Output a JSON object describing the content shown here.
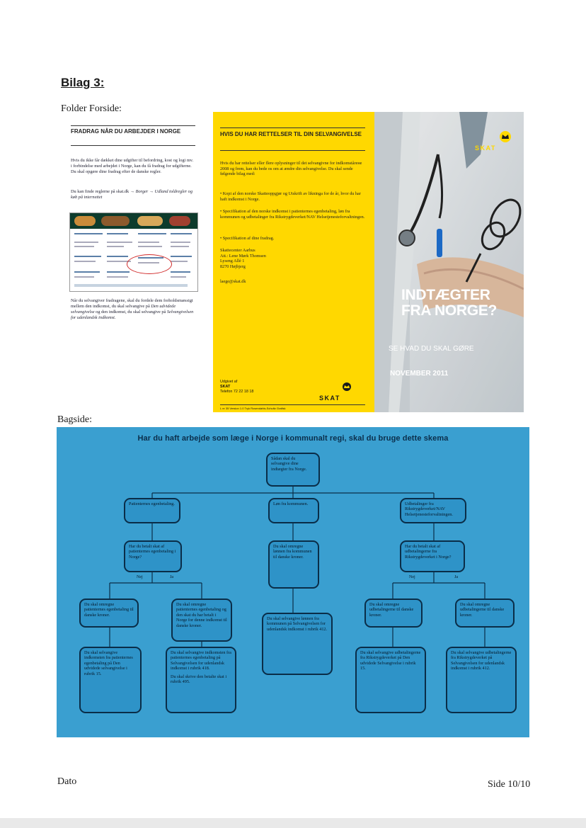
{
  "page": {
    "heading": "Bilag 3:",
    "front_caption": "Folder Forside:",
    "back_caption": "Bagside:",
    "footer_left": "Dato",
    "footer_right": "Side 10/10"
  },
  "folder_left": {
    "title": "FRADRAG NÅR DU ARBEJDER I NORGE",
    "para1": "Hvis du ikke får dækket dine udgifter til befordring, kost og logi mv. i forbindelse med arbejdet i Norge, kan du få fradrag for udgifterne. Du skal opgøre dine fradrag efter de danske regler.",
    "para2_plain": "Du kan finde reglerne på skat.dk → ",
    "para2_italic": "Borger → Udland toldregler og køb på internettet",
    "para3_plain": "Når du selvangiver fradragene, skal du fordele dem forholdsmæssigt mellem den indkomst, du skal selvangive på ",
    "para3_italic1": "Den udvidede selvangivelse",
    "para3_mid": " og den indkomst, du skal selvangive på ",
    "para3_italic2": "Selvangivelsen for udenlandsk indkomst",
    "para3_end": "."
  },
  "folder_middle": {
    "title": "HVIS DU HAR RETTELSER TIL DIN SELVANGIVELSE",
    "intro": "Hvis du har rettelser eller flere oplysninger til det selvangivne for indkomståreне 2008 og frem, kan du bede os om at ændre din selvangivelse. Du skal sende følgende bilag med:",
    "bullets": [
      "Kopi af den norske Skatteoppgjør og Utskrift av likninga for de år, hvor du har haft indkomst i Norge.",
      "Specifikation af den norske indkomst i patienternes egenbetaling, løn fra kommunen og udbetalinger fra Rikstrygdeverket/NAV Helsetjenesteforvaltningen.",
      "Specifikation af dine fradrag."
    ],
    "address": [
      "Skattecenter Aarhus",
      "Att.: Lene Mørk Thomsen",
      "Lyseng Allé 1",
      "8270 Højbjerg"
    ],
    "email": "laege@skat.dk",
    "publisher": [
      "Udgivet af",
      "SKAT",
      "Telefon 72 22 18 18"
    ],
    "logo": "SKAT",
    "bottom_line": "L nr 35  Version 1.0  Tryk Rosendahls-Schultz Grafisk"
  },
  "folder_cover": {
    "logo": "SKAT",
    "title_line1": "INDTÆGTER",
    "title_line2": "FRA NORGE?",
    "subtitle": "SE HVAD DU SKAL GØRE",
    "date": "NOVEMBER 2011"
  },
  "flowchart": {
    "title": "Har du haft arbejde som læge i Norge i kommunalt regi, skal du bruge dette skema",
    "top": "Sådan skal du selvangive dine indtægter fra Norge.",
    "col1_head": "Patienternes egenbetaling.",
    "col2_head": "Løn fra kommunen.",
    "col3_head": "Udbetalinger fra Rikstrygdeverket/NAV Helsetjenesteforvaltningen.",
    "col1_q": "Har du betalt skat af patienternes egenbetaling i Norge?",
    "col2_a": "Du skal omregne lønnen fra kommunen til danske kroner.",
    "col3_q": "Har du betalt skat af udbetalingerne fra Rikstrygdeverket i Norge?",
    "no": "Nej",
    "yes": "Ja",
    "c1_nej": "Du skal omregne patienternes egenbetaling til danske kroner.",
    "c1_ja": "Du skal omregne patienternes egenbetaling og den skat du har betalt i Norge for denne indkomst til danske kroner.",
    "c2_end": "Du skal selvangive lønnen fra kommunen på Selvangivelsen for udenlandsk indkomst i rubrik 412.",
    "c3_nej": "Du skal omregne udbetalingerne til danske kroner.",
    "c3_ja": "Du skal omregne udbetalingerne til danske kroner.",
    "c1_nej_end": "Du skal selvangive indkomsten fra patienternes egenbetaling på Den udvidede selvangivelse i rubrik 15.",
    "c1_ja_end": "Du skal selvangive indkomsten fra patienternes egenbetaling på Selvangivelsen for udenlandsk indkomst i rubrik 418.",
    "c1_ja_end2": "Du skal skrive den betalte skat i rubrik 495.",
    "c3_nej_end": "Du skal selvangive udbetalingerne fra Rikstrygdeverket på Den udvidede Selvangivelse i rubrik 15.",
    "c3_ja_end": "Du skal selvangive udbetalingerne fra Rikstrygdeverket på Selvangivelsen for udenlandsk indkomst i rubrik 412."
  }
}
